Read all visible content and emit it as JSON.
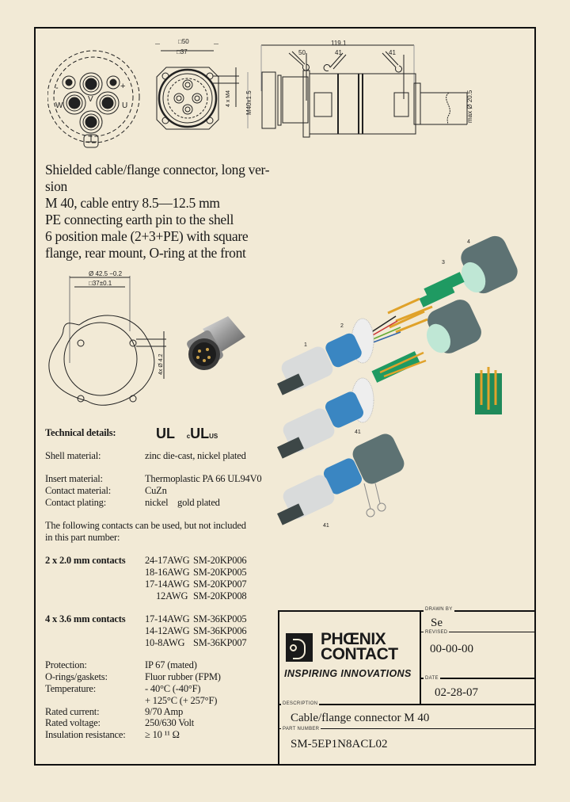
{
  "drawings": {
    "front_view": {
      "pin_labels": [
        "-",
        "+",
        "W",
        "V",
        "U",
        "PE"
      ]
    },
    "flange_view": {
      "dim_outer": "□50",
      "dim_inner": "□37",
      "dim_hole": "4 x M4"
    },
    "side_view": {
      "overall_length": "119.1",
      "thread": "M40x1.5",
      "cable_dim": "max Ø 20.5",
      "wrench_sizes": [
        "50",
        "41",
        "41"
      ]
    },
    "panel_cutout": {
      "dim_diameter": "Ø 42.5 −0.2",
      "dim_square": "□37±0.1",
      "dim_holes": "4x Ø 4.2"
    },
    "assembly_labels": [
      "1",
      "2",
      "3",
      "4"
    ],
    "assembly_wrench_labels": [
      "41",
      "41"
    ]
  },
  "description": {
    "lines": [
      "Shielded cable/flange connector, long ver-",
      "sion",
      "M 40, cable entry 8.5—12.5 mm",
      "PE connecting earth pin to the shell",
      "6 position male (2+3+PE) with square",
      "flange, rear mount, O-ring at the front"
    ]
  },
  "technical": {
    "heading": "Technical details:",
    "cert_marks": {
      "ul": "UL",
      "c": "c",
      "cul": "UL",
      "us": "US"
    },
    "specs1": [
      {
        "label": "Shell material:",
        "value": "zinc die-cast, nickel plated"
      }
    ],
    "specs2": [
      {
        "label": "Insert material:",
        "value": "Thermoplastic PA 66 UL94V0"
      },
      {
        "label": "Contact material:",
        "value": "CuZn"
      },
      {
        "label": "Contact plating:",
        "value": "nickel    gold plated"
      }
    ],
    "contacts_intro": [
      "The following contacts can be used, but not included",
      "in this part number:"
    ],
    "contact_groups": [
      {
        "name": "2 x 2.0 mm contacts",
        "items": [
          {
            "awg": "24-17AWG",
            "part": "SM-20KP006"
          },
          {
            "awg": "18-16AWG",
            "part": "SM-20KP005"
          },
          {
            "awg": "17-14AWG",
            "part": "SM-20KP007"
          },
          {
            "awg": "12AWG",
            "part": "SM-20KP008"
          }
        ]
      },
      {
        "name": "4 x 3.6 mm contacts",
        "items": [
          {
            "awg": "17-14AWG",
            "part": "SM-36KP005"
          },
          {
            "awg": "14-12AWG",
            "part": "SM-36KP006"
          },
          {
            "awg": "10-8AWG",
            "part": "SM-36KP007"
          }
        ]
      }
    ],
    "specs3": [
      {
        "label": "Protection:",
        "value": "IP 67 (mated)"
      },
      {
        "label": "O-rings/gaskets:",
        "value": "Fluor rubber (FPM)"
      },
      {
        "label": "Temperature:",
        "value": "- 40°C (-40°F)"
      },
      {
        "label": "",
        "value": "+ 125°C (+ 257°F)"
      },
      {
        "label": "Rated current:",
        "value": "9/70 Amp"
      },
      {
        "label": "Rated voltage:",
        "value": "250/630 Volt"
      },
      {
        "label": "Insulation resistance:",
        "value": "≥ 10 ¹¹ Ω"
      }
    ]
  },
  "title_block": {
    "logo_line1": "PHŒNIX",
    "logo_line2": "CONTACT",
    "tagline": "INSPIRING INNOVATIONS",
    "drawn_by_label": "DRAWN BY",
    "drawn_by": "Se",
    "revised_label": "REVISED",
    "revised": "00-00-00",
    "date_label": "DATE",
    "date": "02-28-07",
    "description_label": "DESCRIPTION",
    "description": "Cable/flange connector  M 40",
    "part_number_label": "PART NUMBER",
    "part_number": "SM-5EP1N8ACL02"
  },
  "colors": {
    "paper": "#f2ead6",
    "ink": "#1a1a1a",
    "insert_green": "#1f9a62",
    "contact_gold": "#e0a22a",
    "nut_blue": "#3a86c2",
    "housing_gray": "#5d7273",
    "sleeve_light": "#d9dbdb"
  }
}
